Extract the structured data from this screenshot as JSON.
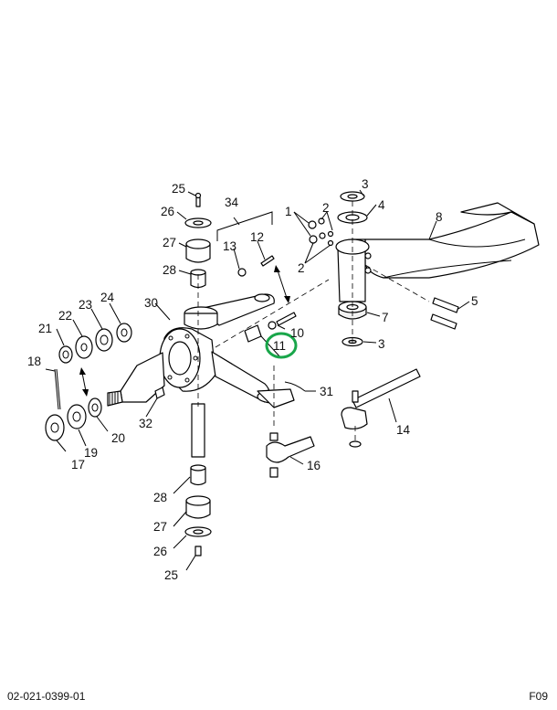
{
  "diagram": {
    "callouts": [
      {
        "id": "c25a",
        "label": "25"
      },
      {
        "id": "c26a",
        "label": "26"
      },
      {
        "id": "c27a",
        "label": "27"
      },
      {
        "id": "c28a",
        "label": "28"
      },
      {
        "id": "c34",
        "label": "34"
      },
      {
        "id": "c13",
        "label": "13"
      },
      {
        "id": "c12",
        "label": "12"
      },
      {
        "id": "c1",
        "label": "1"
      },
      {
        "id": "c2a",
        "label": "2"
      },
      {
        "id": "c2b",
        "label": "2"
      },
      {
        "id": "c3a",
        "label": "3"
      },
      {
        "id": "c4",
        "label": "4"
      },
      {
        "id": "c8",
        "label": "8"
      },
      {
        "id": "c5",
        "label": "5"
      },
      {
        "id": "c7",
        "label": "7"
      },
      {
        "id": "c3b",
        "label": "3"
      },
      {
        "id": "c30",
        "label": "30"
      },
      {
        "id": "c22",
        "label": "22"
      },
      {
        "id": "c23",
        "label": "23"
      },
      {
        "id": "c24",
        "label": "24"
      },
      {
        "id": "c21",
        "label": "21"
      },
      {
        "id": "c10",
        "label": "10"
      },
      {
        "id": "c11",
        "label": "11"
      },
      {
        "id": "c18",
        "label": "18"
      },
      {
        "id": "c31",
        "label": "31"
      },
      {
        "id": "c32",
        "label": "32"
      },
      {
        "id": "c20",
        "label": "20"
      },
      {
        "id": "c19",
        "label": "19"
      },
      {
        "id": "c17",
        "label": "17"
      },
      {
        "id": "c14",
        "label": "14"
      },
      {
        "id": "c16",
        "label": "16"
      },
      {
        "id": "c28b",
        "label": "28"
      },
      {
        "id": "c27b",
        "label": "27"
      },
      {
        "id": "c26b",
        "label": "26"
      },
      {
        "id": "c25b",
        "label": "25"
      }
    ],
    "highlight_color": "#19a64a"
  },
  "footer": {
    "drawing_number": "02-021-0399-01",
    "sheet_code": "F09"
  }
}
